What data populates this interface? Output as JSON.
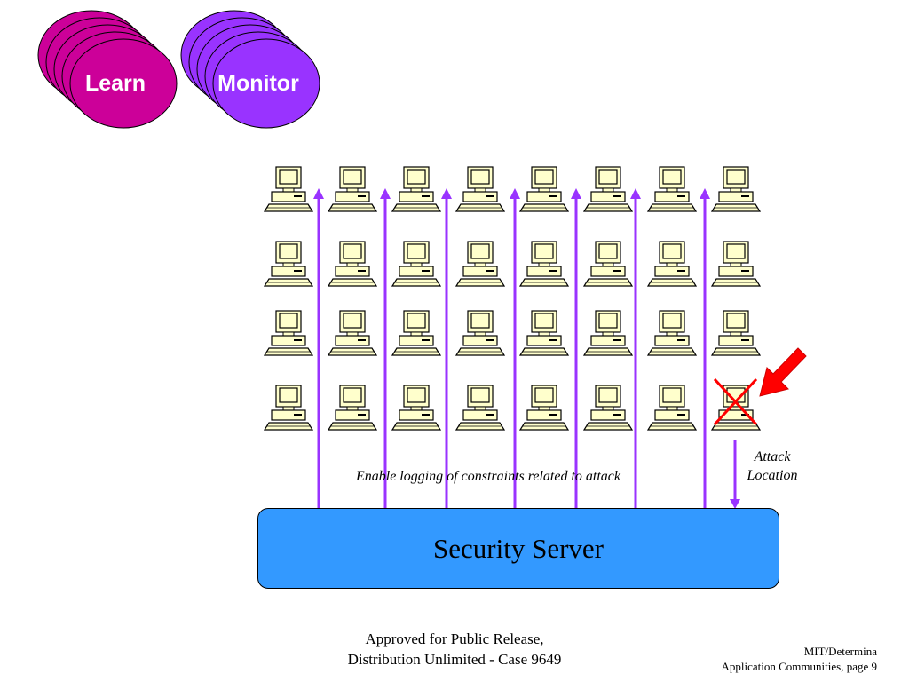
{
  "phases": [
    {
      "label": "Learn",
      "fill": "#cc0099"
    },
    {
      "label": "Monitor",
      "fill": "#9933ff"
    }
  ],
  "server": {
    "label": "Security Server",
    "fill": "#3399ff"
  },
  "caption": "Enable logging of constraints related to attack",
  "attack": {
    "line1": "Attack",
    "line2": "Location",
    "marker_color": "#ff0000"
  },
  "arrow_color": "#9933ff",
  "grid": {
    "rows": 4,
    "columns": 8
  },
  "footer": {
    "center_line1": "Approved for Public Release,",
    "center_line2": "Distribution Unlimited - Case 9649",
    "right_line1": "MIT/Determina",
    "right_line2": "Application Communities, page 9"
  }
}
